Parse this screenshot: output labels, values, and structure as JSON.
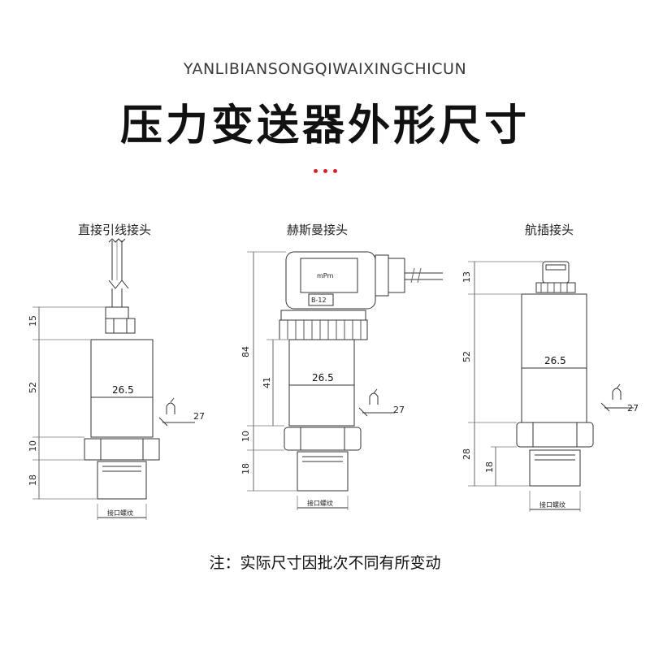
{
  "header": {
    "subtitle": "YANLIBIANSONGQIWAIXINGCHICUN",
    "title": "压力变送器外形尺寸",
    "accent_color": "#d8202a"
  },
  "diagrams": [
    {
      "label": "直接引线接头",
      "dims": {
        "d15": "15",
        "d52": "52",
        "d10": "10",
        "d18": "18",
        "dia": "26.5",
        "wrench": "27"
      },
      "thread_label": "接口螺纹"
    },
    {
      "label": "赫斯曼接头",
      "dims": {
        "d84": "84",
        "d41": "41",
        "d10": "10",
        "d18": "18",
        "dia": "26.5",
        "wrench": "27"
      },
      "connector_text_1": "mPm",
      "connector_text_2": "B-12",
      "thread_label": "接口螺纹"
    },
    {
      "label": "航插接头",
      "dims": {
        "d13": "13",
        "d52": "52",
        "d28": "28",
        "d18": "18",
        "dia": "26.5",
        "wrench": "27"
      },
      "thread_label": "接口螺纹"
    }
  ],
  "footer": {
    "note": "注：实际尺寸因批次不同有所变动"
  }
}
